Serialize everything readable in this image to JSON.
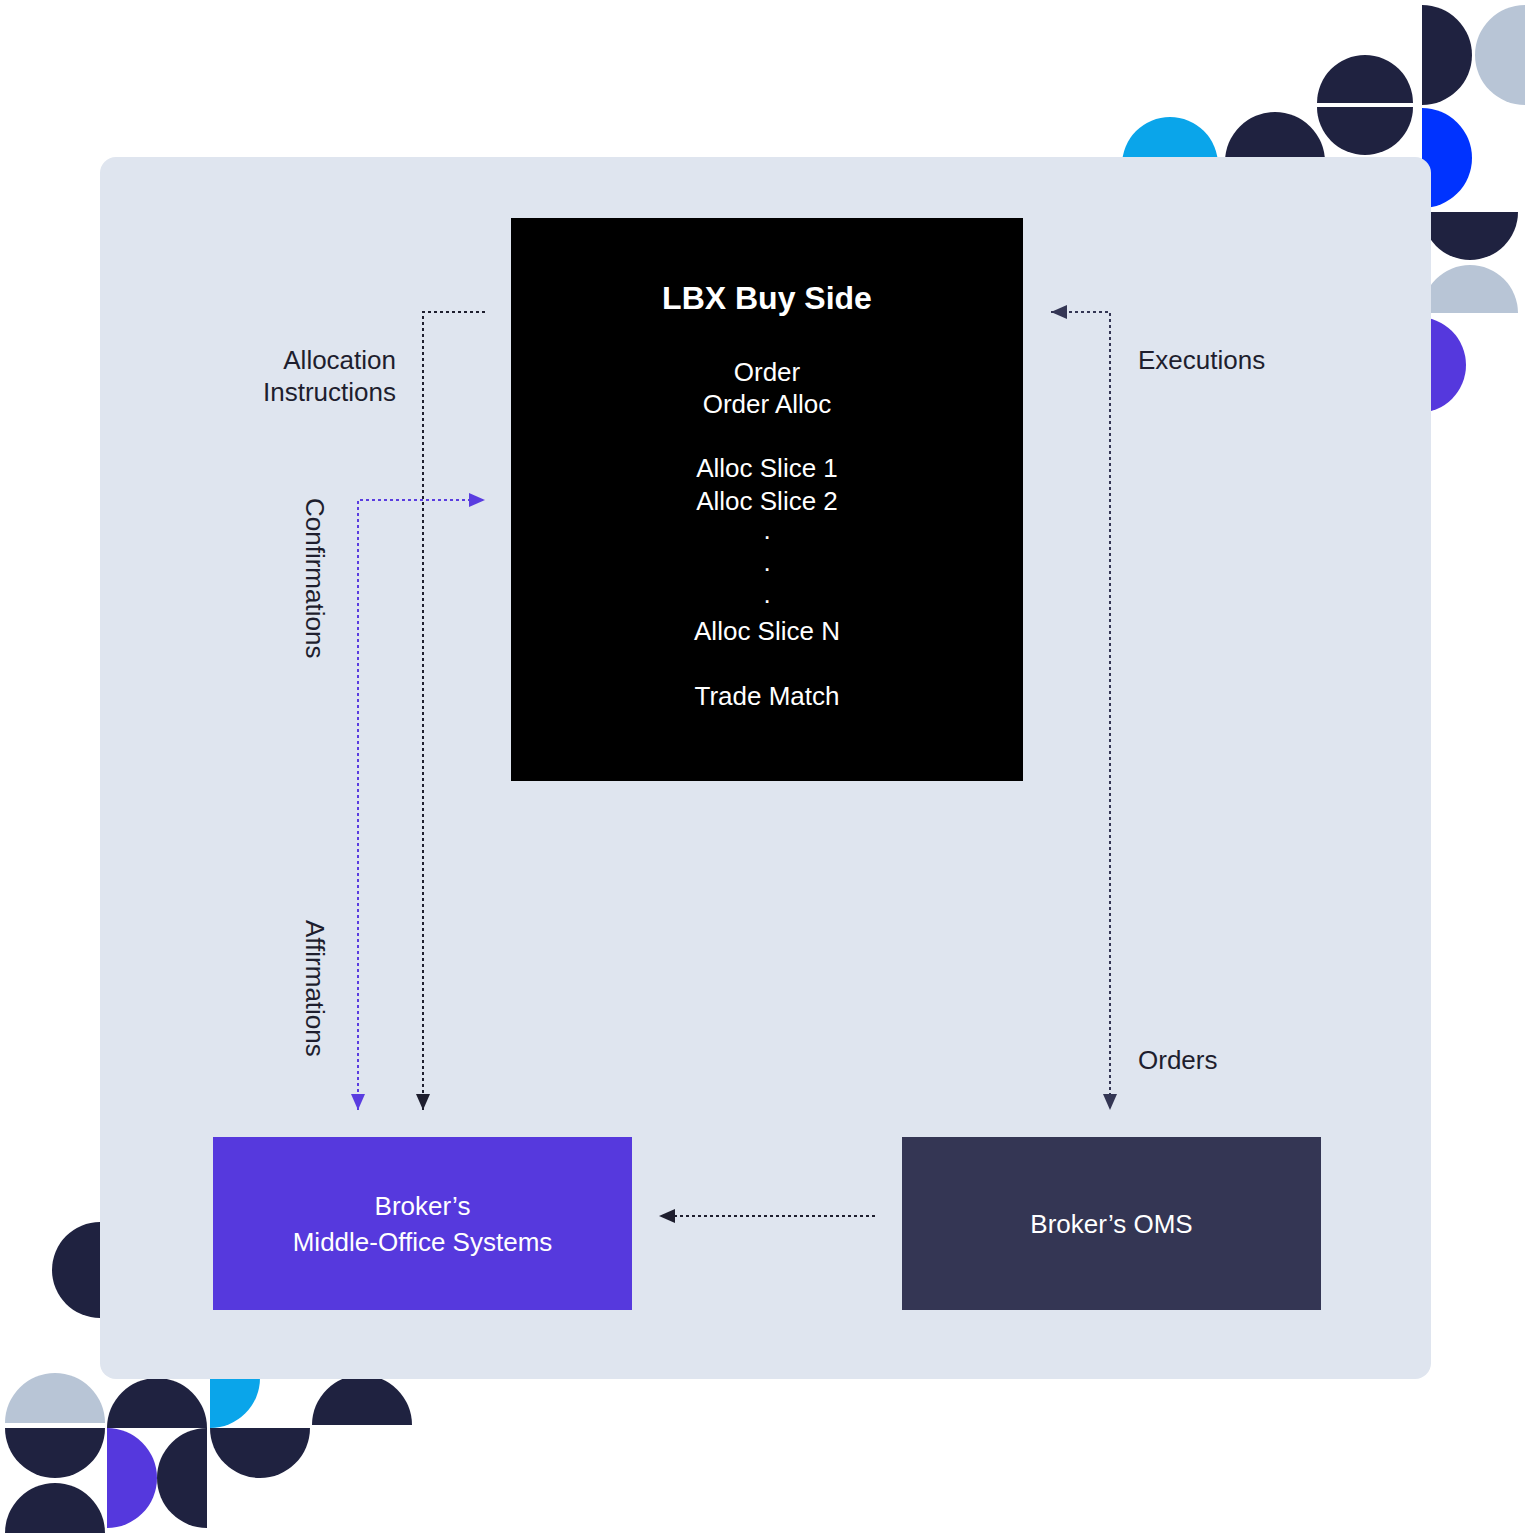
{
  "diagram": {
    "nodes": [
      {
        "text": [
          "LBX Buy Side",
          "Order",
          "Order Alloc",
          "Alloc Slice 1",
          "Alloc Slice 2",
          ".",
          ".",
          ".",
          "Alloc Slice N",
          "Trade Match"
        ]
      },
      {
        "text": [
          "Broker’s Middle-Office Systems"
        ]
      },
      {
        "text": [
          "Broker’s OMS"
        ]
      }
    ],
    "edges": [
      {
        "from": 0,
        "to": 1,
        "arrow": "to",
        "label": "Allocation Instructions"
      },
      {
        "from": 1,
        "to": 0,
        "arrow": "both",
        "label": "Confirmations"
      },
      {
        "from": 0,
        "to": 2,
        "arrow": "both",
        "label": "Executions"
      },
      {
        "from": 2,
        "to": 1,
        "arrow": "to"
      }
    ],
    "labels": [
      "Affirmations",
      "Orders"
    ]
  }
}
